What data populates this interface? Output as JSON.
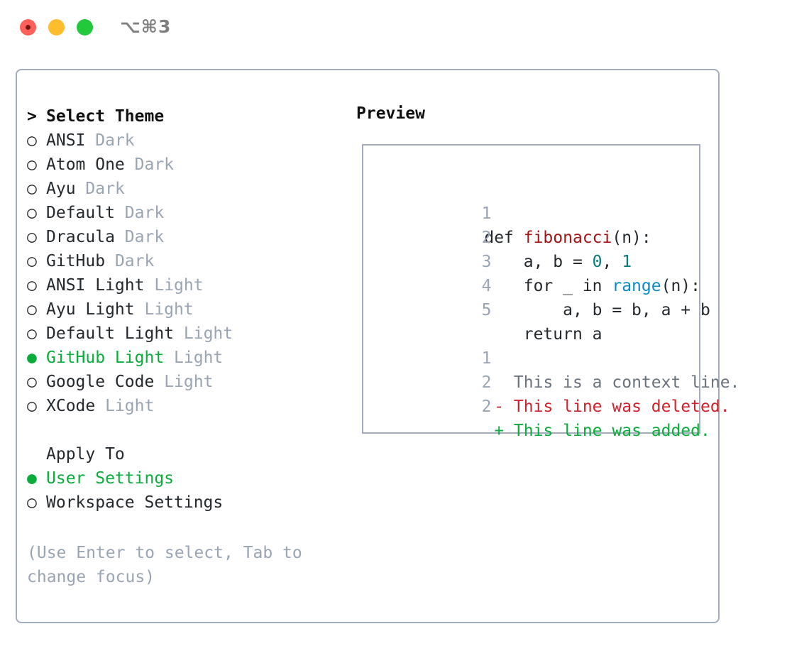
{
  "titlebar": {
    "shortcut": "⌥⌘3",
    "buttons": [
      "close",
      "minimize",
      "maximize"
    ]
  },
  "theme_picker": {
    "header": {
      "marker": ">",
      "label": "Select Theme"
    },
    "items": [
      {
        "marker": "○",
        "name": "ANSI",
        "variant": "Dark",
        "selected": false
      },
      {
        "marker": "○",
        "name": "Atom One",
        "variant": "Dark",
        "selected": false
      },
      {
        "marker": "○",
        "name": "Ayu",
        "variant": "Dark",
        "selected": false
      },
      {
        "marker": "○",
        "name": "Default",
        "variant": "Dark",
        "selected": false
      },
      {
        "marker": "○",
        "name": "Dracula",
        "variant": "Dark",
        "selected": false
      },
      {
        "marker": "○",
        "name": "GitHub",
        "variant": "Dark",
        "selected": false
      },
      {
        "marker": "○",
        "name": "ANSI Light",
        "variant": "Light",
        "selected": false
      },
      {
        "marker": "○",
        "name": "Ayu Light",
        "variant": "Light",
        "selected": false
      },
      {
        "marker": "○",
        "name": "Default Light",
        "variant": "Light",
        "selected": false
      },
      {
        "marker": "●",
        "name": "GitHub Light",
        "variant": "Light",
        "selected": true
      },
      {
        "marker": "○",
        "name": "Google Code",
        "variant": "Light",
        "selected": false
      },
      {
        "marker": "○",
        "name": "XCode",
        "variant": "Light",
        "selected": false
      }
    ]
  },
  "apply_to": {
    "label": "Apply To",
    "options": [
      {
        "marker": "●",
        "label": "User Settings",
        "selected": true
      },
      {
        "marker": "○",
        "label": "Workspace Settings",
        "selected": false
      }
    ]
  },
  "hint": "(Use Enter to select, Tab to change focus)",
  "preview": {
    "title": "Preview",
    "code_lines": [
      {
        "no": "1",
        "indent": "",
        "parts": [
          {
            "t": "def ",
            "cls": "plain"
          },
          {
            "t": "fibonacci",
            "cls": "fn"
          },
          {
            "t": "(n):",
            "cls": "plain"
          }
        ]
      },
      {
        "no": "2",
        "indent": "    ",
        "parts": [
          {
            "t": "a, b = ",
            "cls": "plain"
          },
          {
            "t": "0",
            "cls": "num"
          },
          {
            "t": ", ",
            "cls": "plain"
          },
          {
            "t": "1",
            "cls": "num"
          }
        ]
      },
      {
        "no": "3",
        "indent": "    ",
        "parts": [
          {
            "t": "for _ in ",
            "cls": "plain"
          },
          {
            "t": "range",
            "cls": "call"
          },
          {
            "t": "(n):",
            "cls": "plain"
          }
        ]
      },
      {
        "no": "4",
        "indent": "        ",
        "parts": [
          {
            "t": "a, b = b, a + b",
            "cls": "plain"
          }
        ]
      },
      {
        "no": "5",
        "indent": "    ",
        "parts": [
          {
            "t": "return a",
            "cls": "plain"
          }
        ]
      }
    ],
    "diff_lines": [
      {
        "no": "1",
        "sign": " ",
        "text": "This is a context line.",
        "kind": "context"
      },
      {
        "no": "2",
        "sign": "-",
        "text": "This line was deleted.",
        "kind": "deleted"
      },
      {
        "no": "2",
        "sign": "+",
        "text": "This line was added.",
        "kind": "added"
      }
    ]
  },
  "colors": {
    "accent_green": "#0aac3c",
    "border": "#a3adbd",
    "muted": "#9aa5b4",
    "text": "#24292e",
    "fn_red": "#a31515",
    "num_teal": "#0a7a7a",
    "call_blue": "#0b8bc4",
    "diff_del": "#cf222e",
    "diff_add": "#0aac3c",
    "close": "#ff6059",
    "minimize": "#ffbd2e",
    "maximize": "#22c93a"
  }
}
